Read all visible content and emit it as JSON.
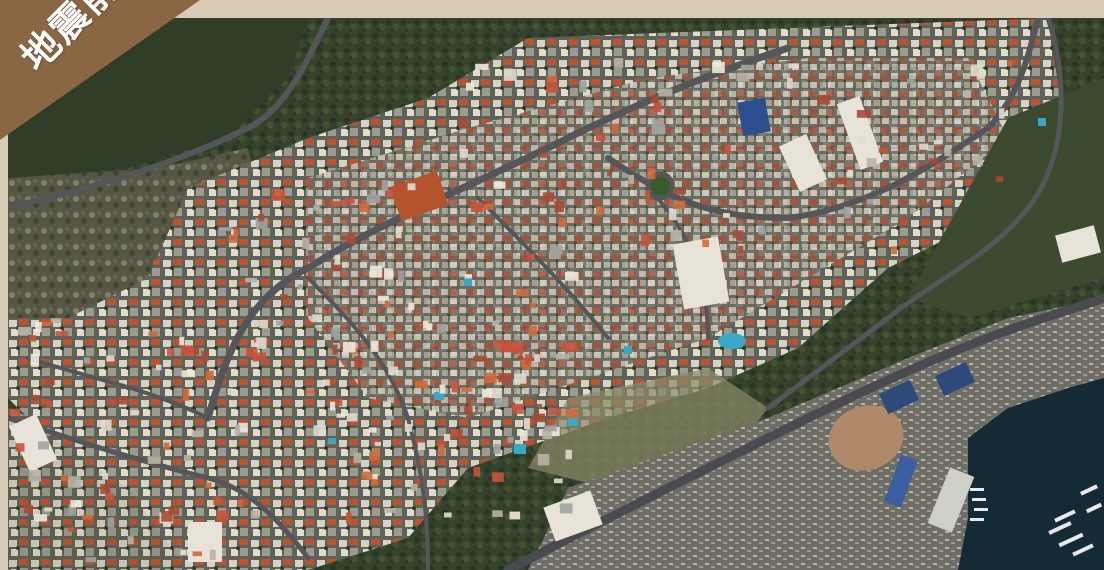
{
  "label": {
    "text": "地震前",
    "background_color": "#8a6642",
    "text_color": "#ffffff"
  },
  "frame": {
    "border_color": "#d9cbb5"
  },
  "imagery": {
    "type": "satellite",
    "features": [
      "residential-buildings",
      "roads",
      "roundabout",
      "sports-field",
      "tennis-courts",
      "harbor",
      "boats",
      "vegetation",
      "hillside"
    ]
  }
}
